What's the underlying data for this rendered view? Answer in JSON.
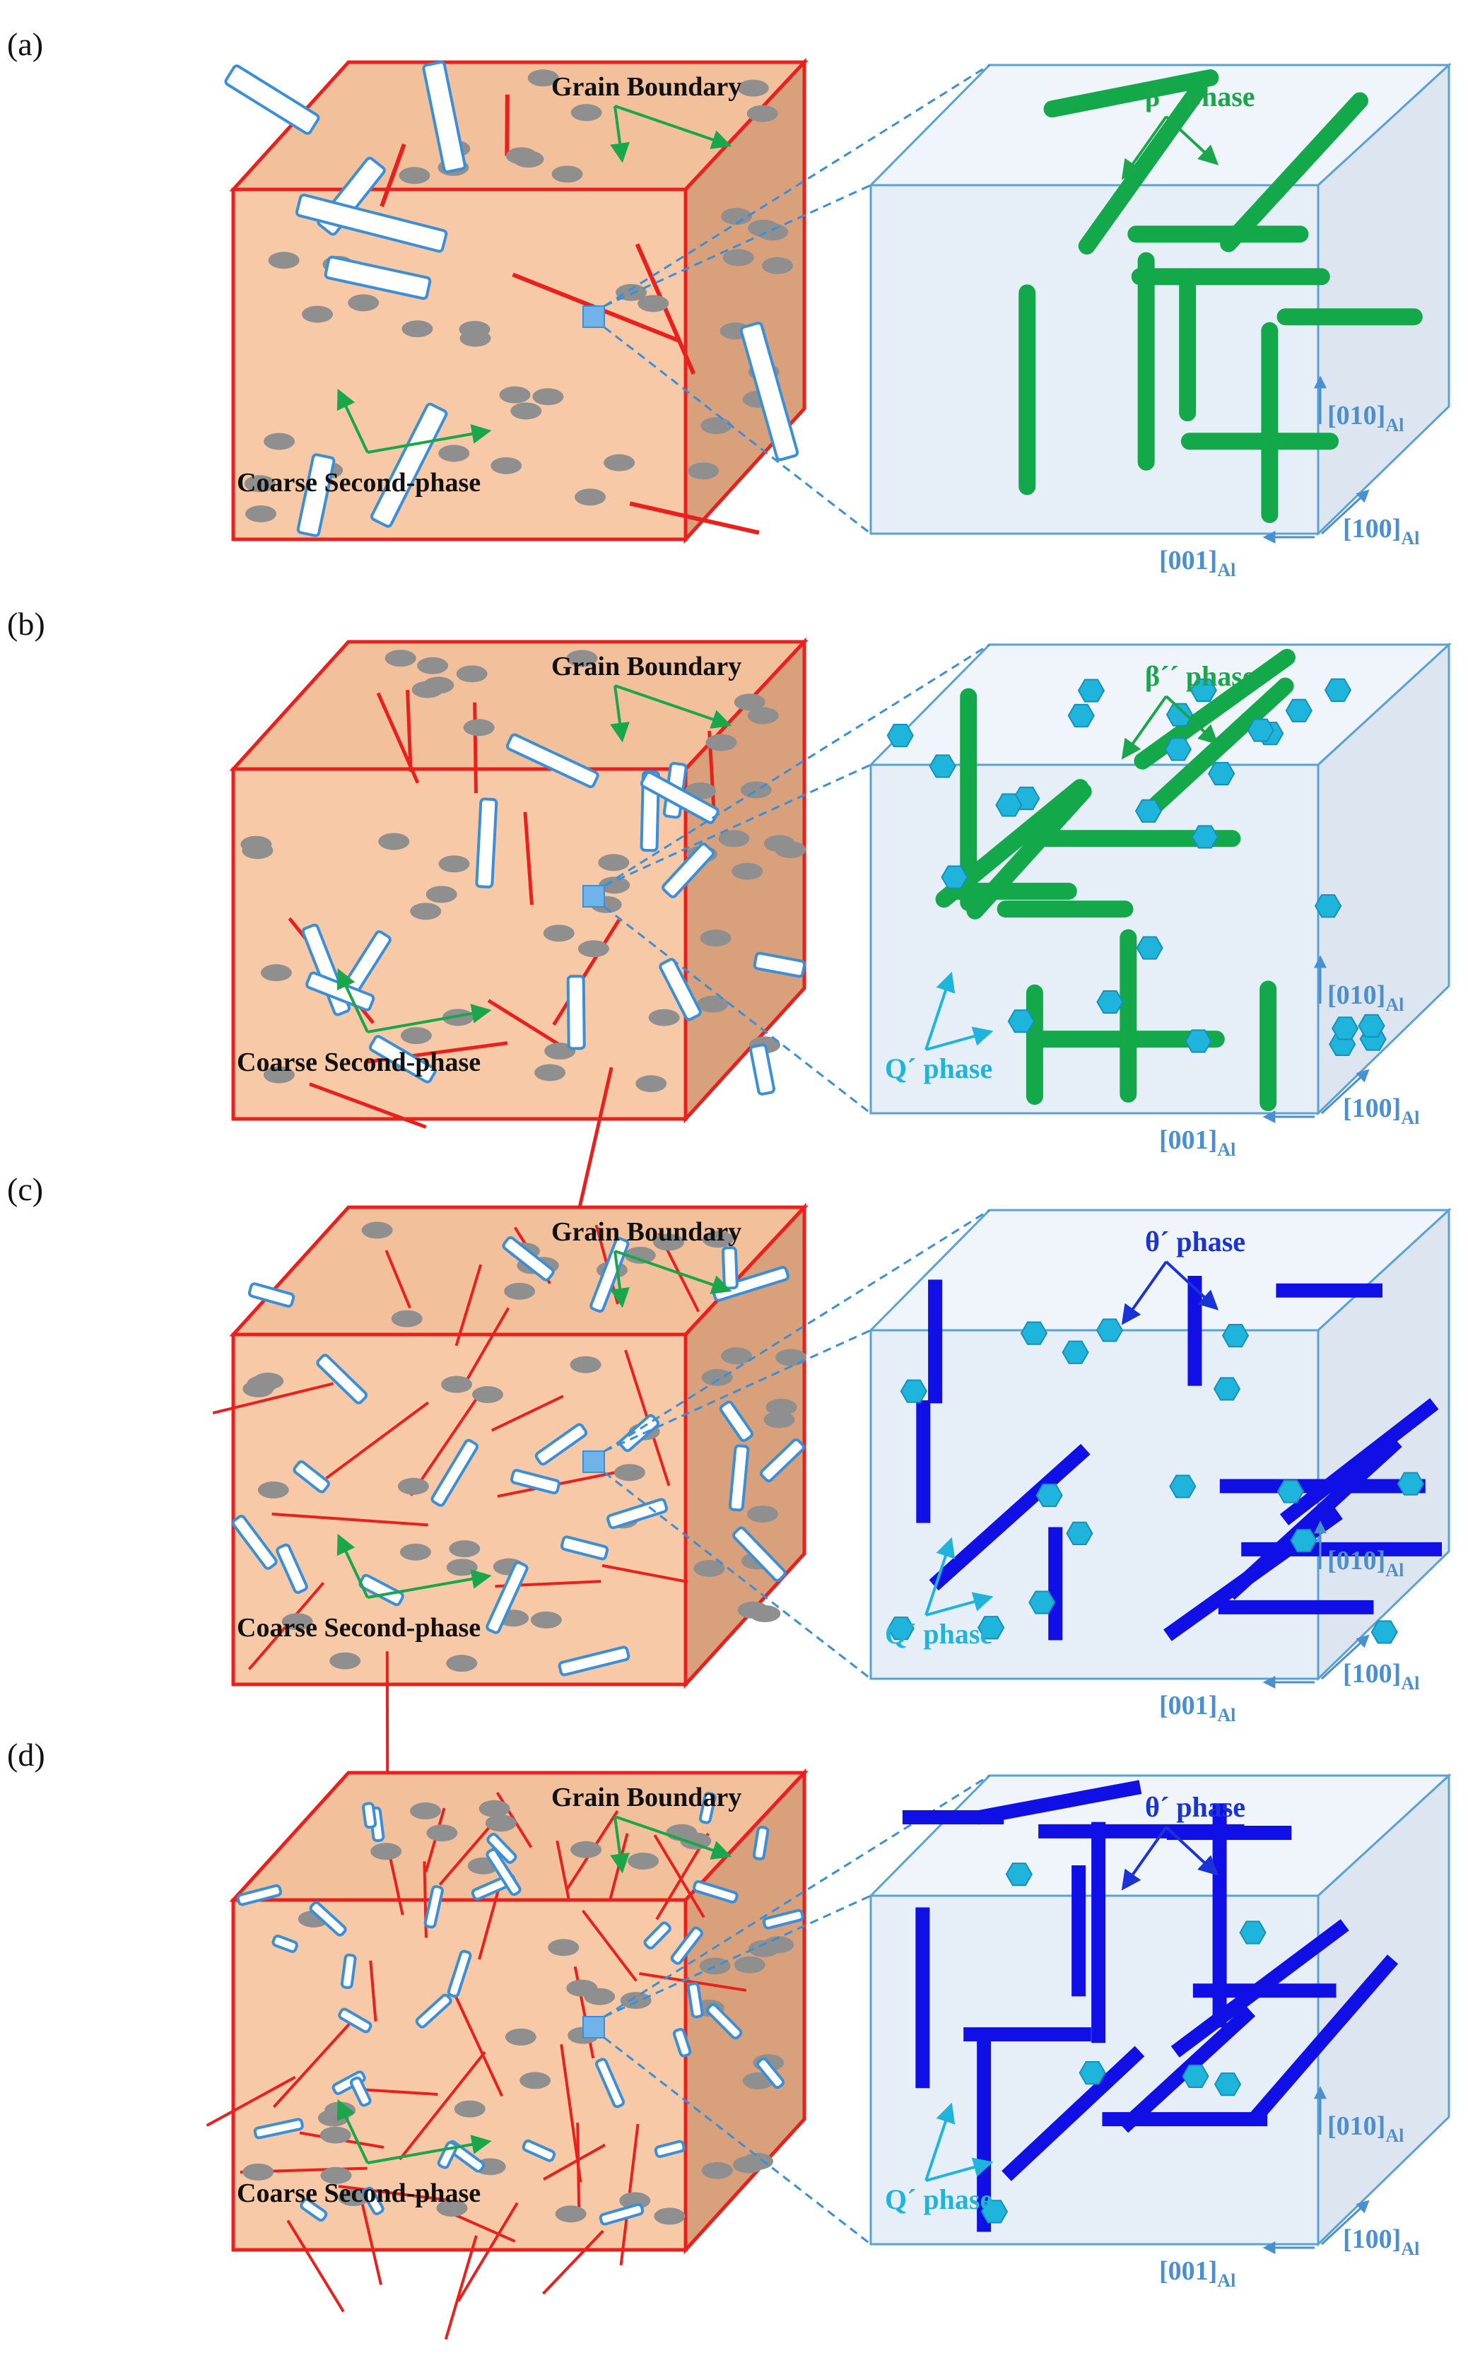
{
  "panels": [
    {
      "id": "a",
      "label": "(a)",
      "grain_boundary": "Grain Boundary",
      "coarse": "Coarse Second-phase",
      "phase1": "β´´ phase",
      "phase2": "",
      "axes": {
        "a010": "[010]",
        "a100": "[100]",
        "a001": "[001]",
        "sub": "Al"
      }
    },
    {
      "id": "b",
      "label": "(b)",
      "grain_boundary": "Grain Boundary",
      "coarse": "Coarse Second-phase",
      "phase1": "β´´ phase",
      "phase2": "Q´ phase",
      "axes": {
        "a010": "[010]",
        "a100": "[100]",
        "a001": "[001]",
        "sub": "Al"
      }
    },
    {
      "id": "c",
      "label": "(c)",
      "grain_boundary": "Grain Boundary",
      "coarse": "Coarse Second-phase",
      "phase1": "θ´ phase",
      "phase2": "Q´ phase",
      "axes": {
        "a010": "[010]",
        "a100": "[100]",
        "a001": "[001]",
        "sub": "Al"
      }
    },
    {
      "id": "d",
      "label": "(d)",
      "grain_boundary": "Grain Boundary",
      "coarse": "Coarse Second-phase",
      "phase1": "θ´ phase",
      "phase2": "Q´ phase",
      "axes": {
        "a010": "[010]",
        "a100": "[100]",
        "a001": "[001]",
        "sub": "Al"
      }
    }
  ],
  "colors": {
    "grain_front": "#f7c9a6",
    "grain_top": "#f2c19c",
    "grain_side": "#d9a07c",
    "boundary": "#e8211e",
    "second_phase_outline": "#3a8fd6",
    "particle": "#8f8f8f",
    "beta_phase": "#13a84a",
    "theta_phase": "#1010e6",
    "q_phase": "#1fb4dc",
    "unit_cell": "#e6eff8",
    "unit_cell_edge": "#5aa2d6",
    "arrow_green": "#1aa64a",
    "arrow_blue": "#1a33d6",
    "arrow_cyan": "#1fb4dc"
  }
}
